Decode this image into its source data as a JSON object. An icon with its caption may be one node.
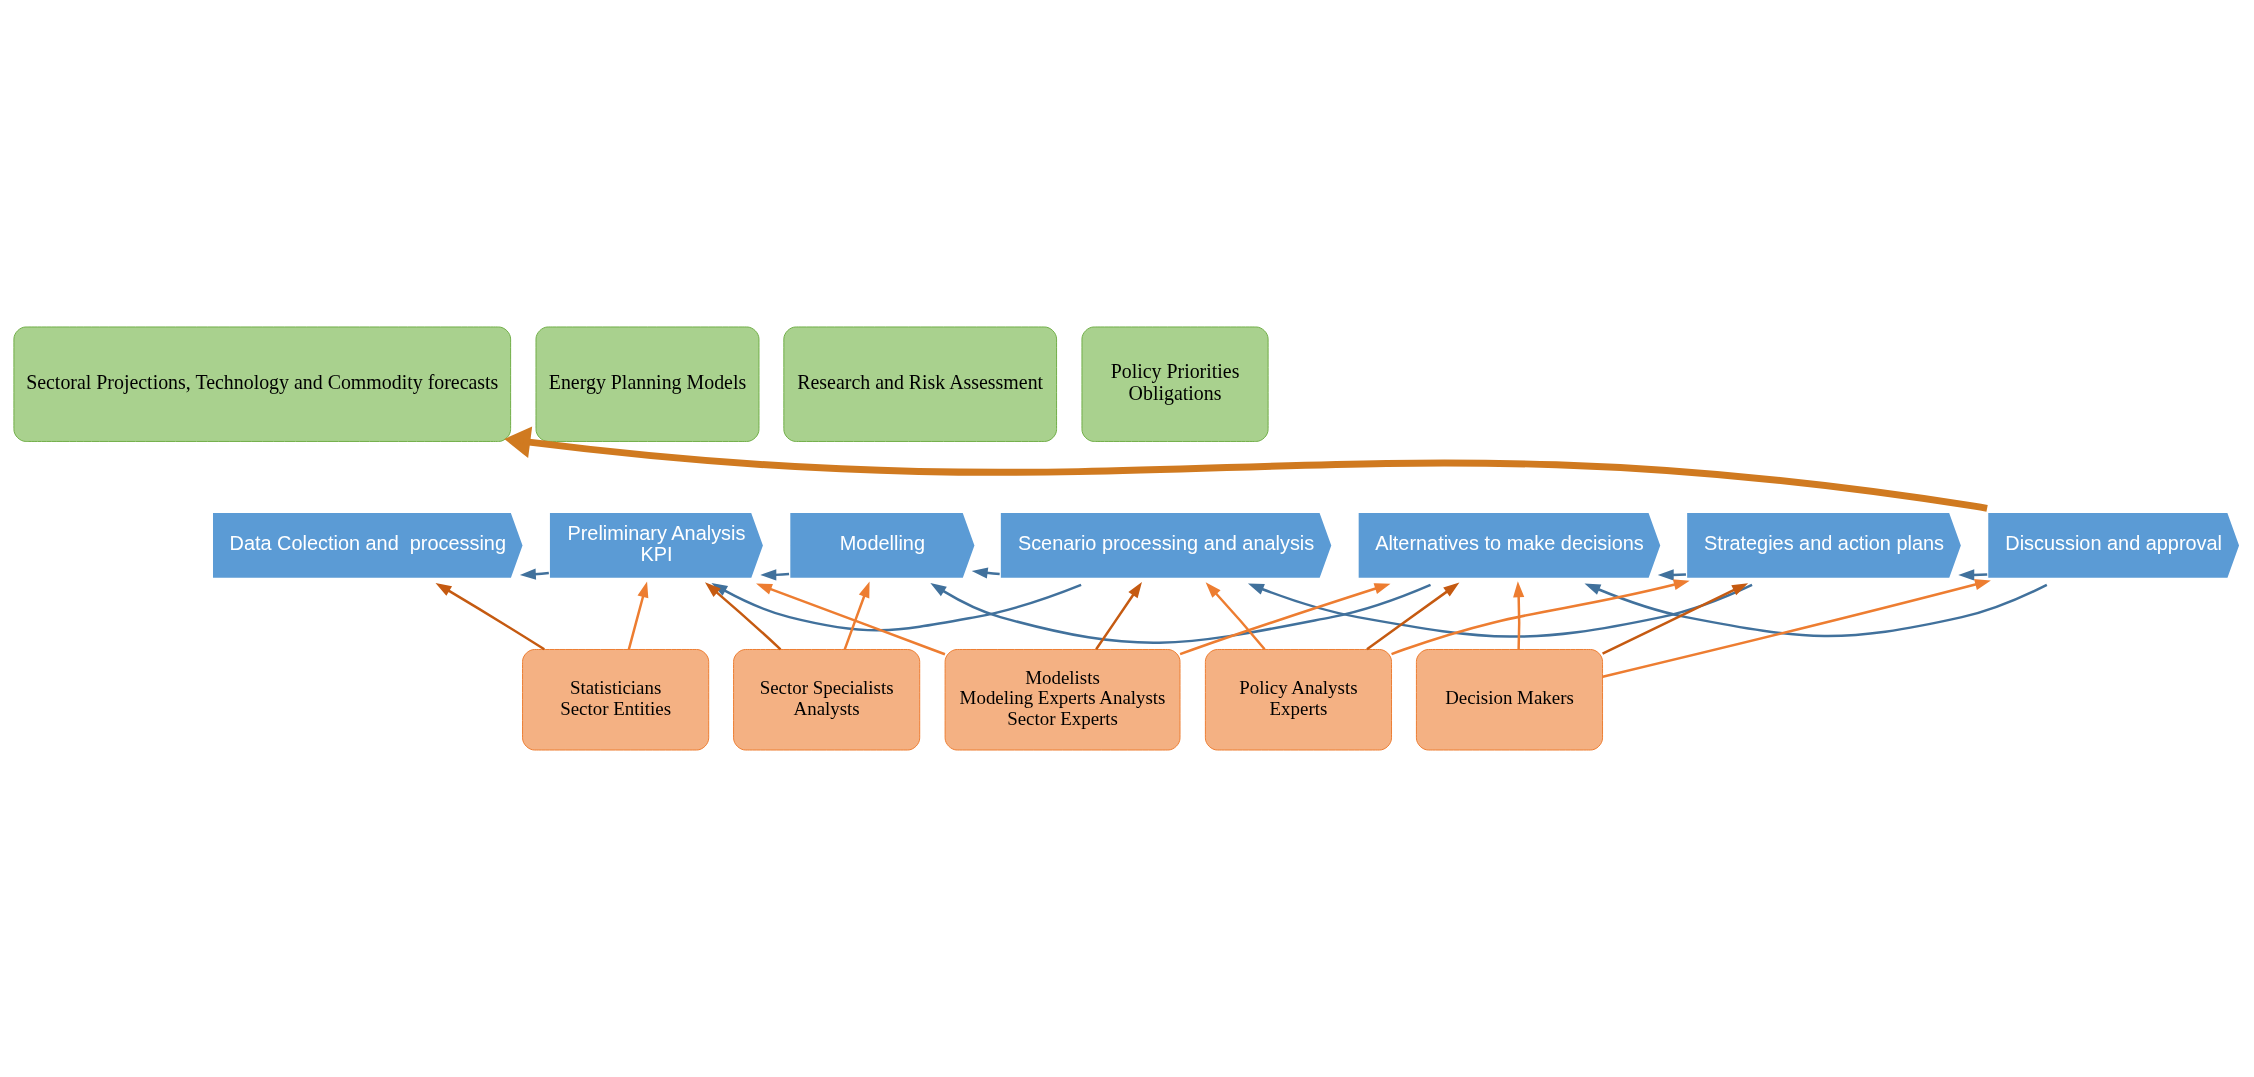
{
  "diagram": {
    "nodes": [
      {
        "text": [
          "Sectoral Projections, Technology and Commodity forecasts"
        ]
      },
      {
        "text": [
          "Energy Planning Models"
        ]
      },
      {
        "text": [
          "Research and Risk Assessment"
        ]
      },
      {
        "text": [
          "Policy Priorities",
          "Obligations"
        ]
      },
      {
        "text": [
          "Data Colection and  processing"
        ]
      },
      {
        "text": [
          "Preliminary Analysis",
          "KPI"
        ]
      },
      {
        "text": [
          "Modelling"
        ]
      },
      {
        "text": [
          "Scenario processing and analysis"
        ]
      },
      {
        "text": [
          "Alternatives to make decisions"
        ]
      },
      {
        "text": [
          "Strategies and action plans"
        ]
      },
      {
        "text": [
          "Discussion and approval"
        ]
      },
      {
        "text": [
          "Statisticians",
          "Sector Entities"
        ]
      },
      {
        "text": [
          "Sector Specialists",
          "Analysts"
        ]
      },
      {
        "text": [
          "Modelists",
          "Modeling Experts Analysts",
          "Sector Experts"
        ]
      },
      {
        "text": [
          "Policy Analysts",
          "Experts"
        ]
      },
      {
        "text": [
          "Decision Makers"
        ]
      }
    ],
    "edges": [
      {
        "from": 10,
        "to": 0,
        "arrow": "to",
        "style": "thick",
        "color": "#d07a20"
      },
      {
        "from": 5,
        "to": 4,
        "arrow": "to",
        "color": "#41719c"
      },
      {
        "from": 7,
        "to": 5,
        "arrow": "to",
        "color": "#41719c"
      },
      {
        "from": 6,
        "to": 5,
        "arrow": "to",
        "color": "#41719c"
      },
      {
        "from": 8,
        "to": 6,
        "arrow": "to",
        "color": "#41719c"
      },
      {
        "from": 7,
        "to": 6,
        "arrow": "to",
        "color": "#41719c"
      },
      {
        "from": 9,
        "to": 7,
        "arrow": "to",
        "color": "#41719c"
      },
      {
        "from": 9,
        "to": 8,
        "arrow": "to",
        "color": "#41719c"
      },
      {
        "from": 10,
        "to": 8,
        "arrow": "to",
        "color": "#41719c"
      },
      {
        "from": 10,
        "to": 9,
        "arrow": "to",
        "color": "#41719c"
      },
      {
        "from": 11,
        "to": 4,
        "arrow": "to",
        "color": "#c55a11"
      },
      {
        "from": 11,
        "to": 5,
        "arrow": "to",
        "color": "#ed7d31"
      },
      {
        "from": 12,
        "to": 5,
        "arrow": "to",
        "color": "#c55a11"
      },
      {
        "from": 12,
        "to": 6,
        "arrow": "to",
        "color": "#ed7d31"
      },
      {
        "from": 13,
        "to": 5,
        "arrow": "to",
        "color": "#ed7d31"
      },
      {
        "from": 13,
        "to": 7,
        "arrow": "to",
        "color": "#c55a11"
      },
      {
        "from": 13,
        "to": 8,
        "arrow": "to",
        "color": "#ed7d31"
      },
      {
        "from": 14,
        "to": 8,
        "arrow": "to",
        "color": "#c55a11"
      },
      {
        "from": 14,
        "to": 7,
        "arrow": "to",
        "color": "#ed7d31"
      },
      {
        "from": 14,
        "to": 9,
        "arrow": "to",
        "color": "#ed7d31"
      },
      {
        "from": 15,
        "to": 8,
        "arrow": "to",
        "color": "#ed7d31"
      },
      {
        "from": 15,
        "to": 9,
        "arrow": "to",
        "color": "#c55a11"
      },
      {
        "from": 15,
        "to": 10,
        "arrow": "to",
        "color": "#ed7d31"
      }
    ]
  }
}
